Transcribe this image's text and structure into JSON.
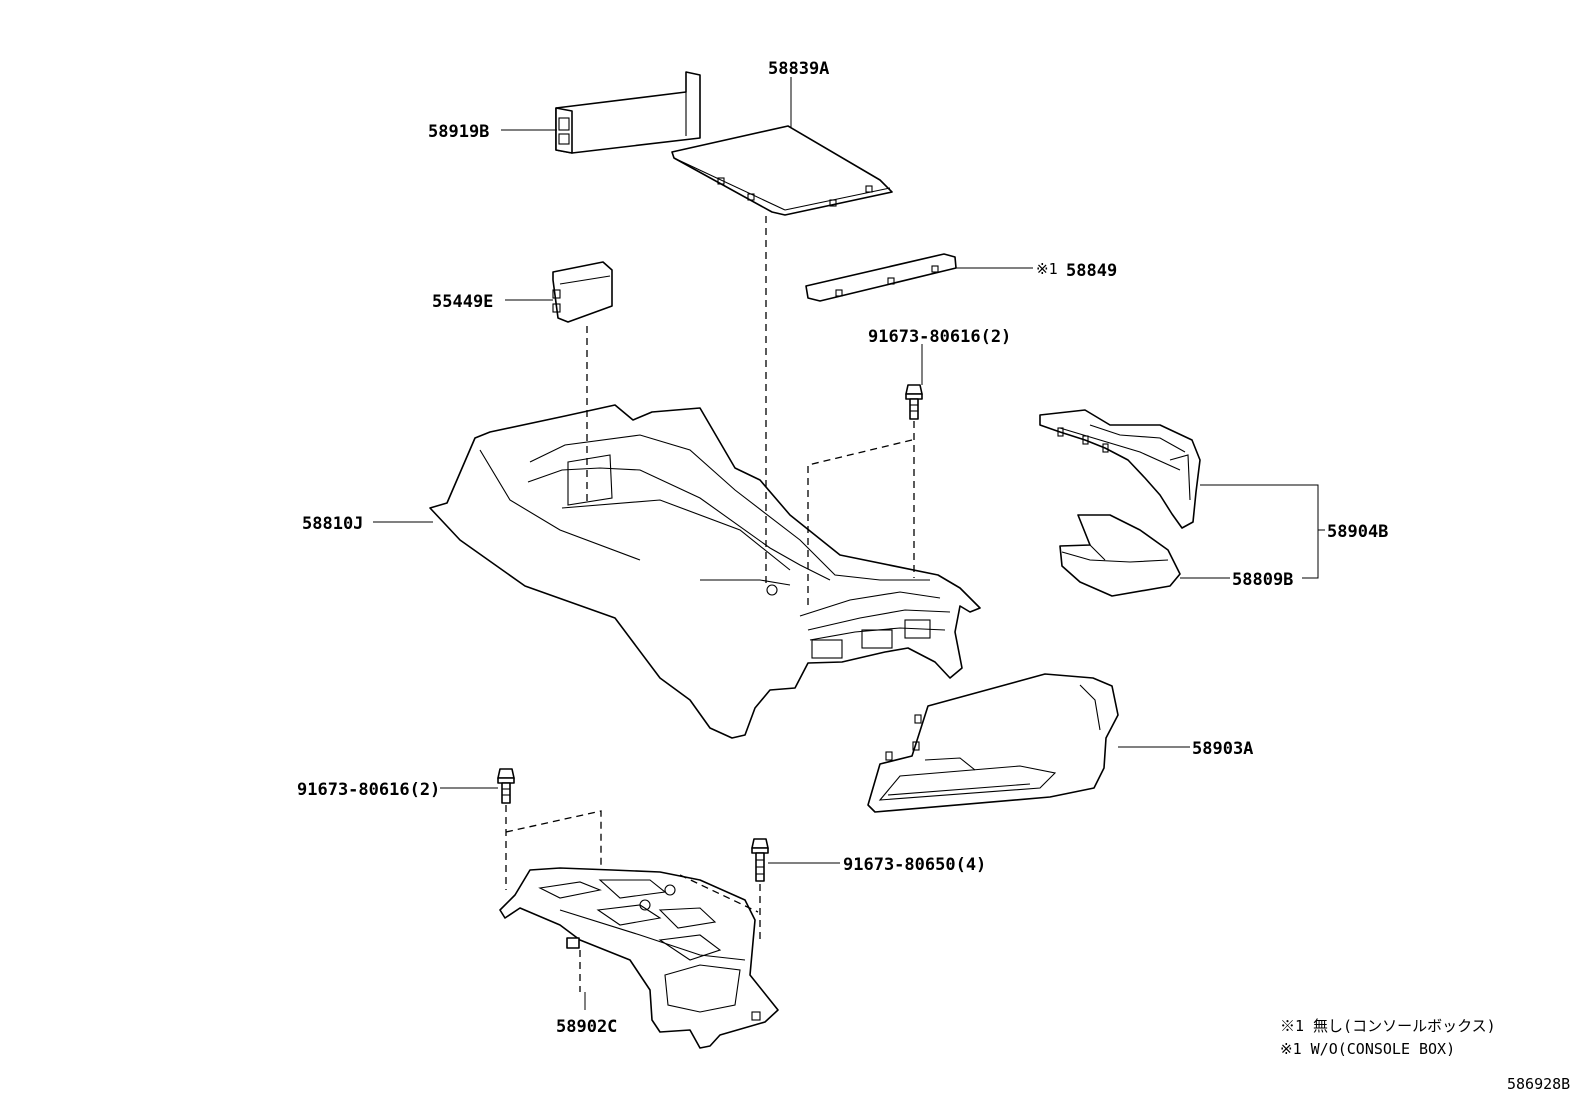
{
  "parts": {
    "p58839A": "58839A",
    "p58919B": "58919B",
    "p58849": "58849",
    "p58849_mark": "※1",
    "p55449E": "55449E",
    "bolt_top": "91673-80616(2)",
    "p58810J": "58810J",
    "p58904B": "58904B",
    "p58809B": "58809B",
    "p58903A": "58903A",
    "bolt_left": "91673-80616(2)",
    "bolt_right": "91673-80650(4)",
    "p58902C": "58902C"
  },
  "notes": {
    "line1": "※1 無し(コンソールボックス)",
    "line2": "※1 W/O(CONSOLE BOX)"
  },
  "figure_id": "586928B"
}
